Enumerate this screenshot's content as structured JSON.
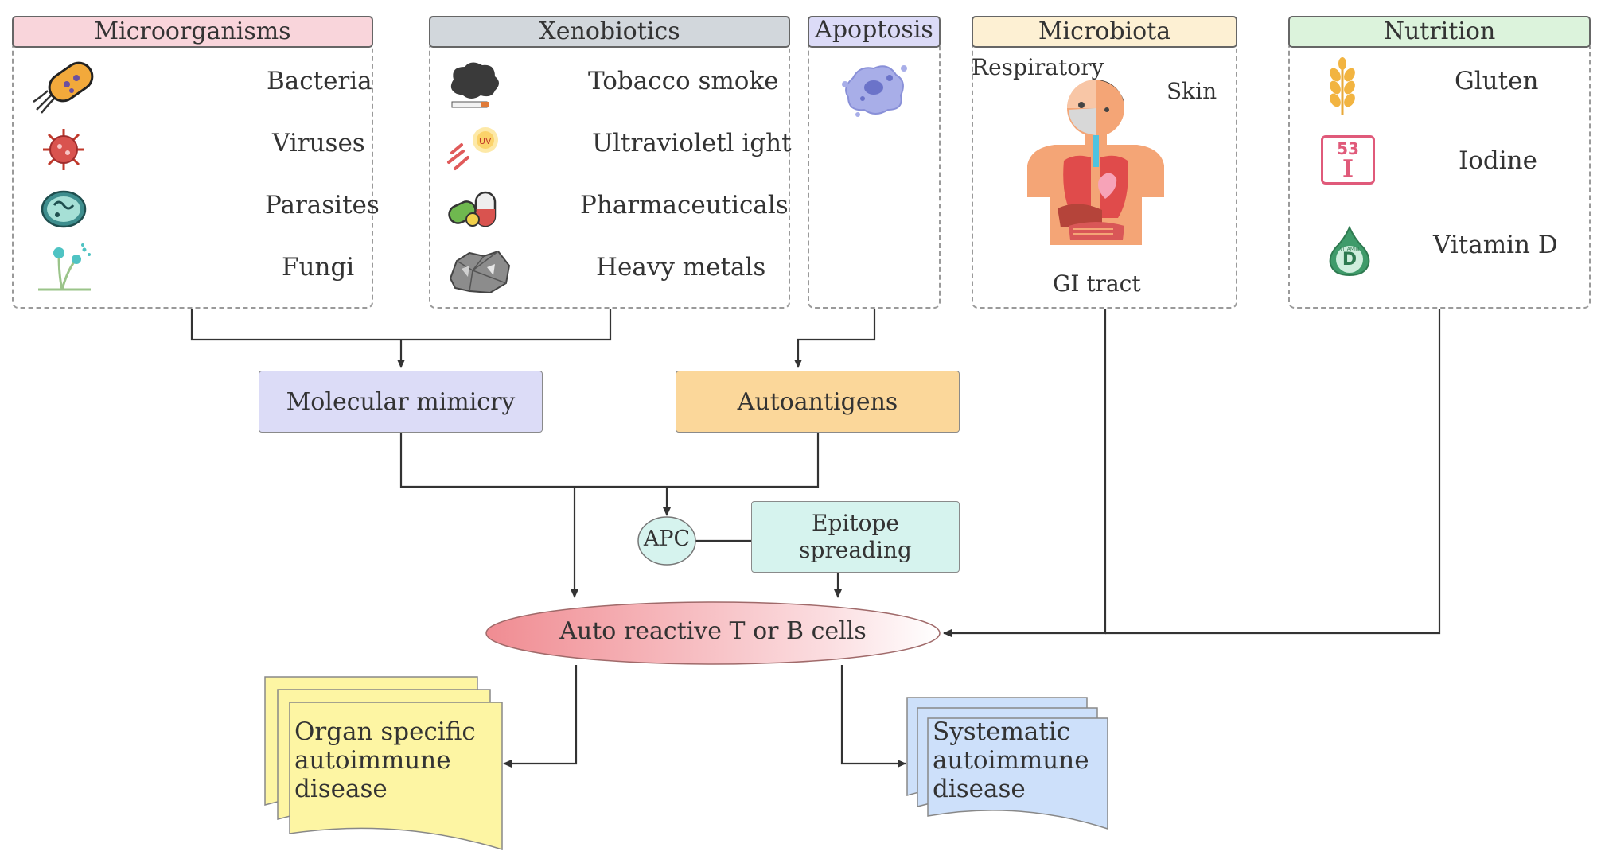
{
  "categories": {
    "microorganisms": {
      "title": "Microorganisms",
      "color": "#f9d5db",
      "items": [
        {
          "label": "Bacteria",
          "icon": "bacteria-icon"
        },
        {
          "label": "Viruses",
          "icon": "virus-icon"
        },
        {
          "label": "Parasites",
          "icon": "parasite-icon"
        },
        {
          "label": "Fungi",
          "icon": "fungi-icon"
        }
      ]
    },
    "xenobiotics": {
      "title": "Xenobiotics",
      "color": "#d2d7dc",
      "items": [
        {
          "label": "Tobacco smoke",
          "icon": "tobacco-smoke-icon"
        },
        {
          "label": "Ultravioletl ight",
          "icon": "ultraviolet-icon"
        },
        {
          "label": "Pharmaceuticals",
          "icon": "pills-icon"
        },
        {
          "label": "Heavy metals",
          "icon": "metal-ore-icon"
        }
      ]
    },
    "apoptosis": {
      "title": "Apoptosis",
      "color": "#dcdbf7",
      "icon": "apoptotic-cell-icon"
    },
    "microbiota": {
      "title": "Microbiota",
      "color": "#fdf0d3",
      "labels": {
        "respiratory": "Respiratory",
        "skin": "Skin",
        "gi": "GI tract"
      },
      "icon": "human-body-icon"
    },
    "nutrition": {
      "title": "Nutrition",
      "color": "#dcf3dc",
      "items": [
        {
          "label": "Gluten",
          "icon": "wheat-icon"
        },
        {
          "label": "Iodine",
          "icon": "iodine-icon",
          "symbol": "I",
          "number": "53"
        },
        {
          "label": "Vitamin D",
          "icon": "vitamin-d-icon",
          "symbol": "D",
          "caption": "VITAMIN"
        }
      ]
    }
  },
  "nodes": {
    "molecular_mimicry": {
      "label": "Molecular mimicry",
      "color": "#dcdcf7"
    },
    "autoantigens": {
      "label": "Autoantigens",
      "color": "#fbd79a"
    },
    "apc": {
      "label": "APC",
      "color": "#d6f3ee"
    },
    "epitope_spreading": {
      "label": "Epitope\nspreading",
      "color": "#d6f3ee"
    },
    "auto_reactive": {
      "label": "Auto reactive T or B cells",
      "color": "#f08c92"
    },
    "organ_specific": {
      "label": "Organ specific\nautoimmune\ndisease",
      "color": "#fdf5a3"
    },
    "systematic": {
      "label": "Systematic\nautoimmune\ndisease",
      "color": "#cde0fa"
    }
  }
}
